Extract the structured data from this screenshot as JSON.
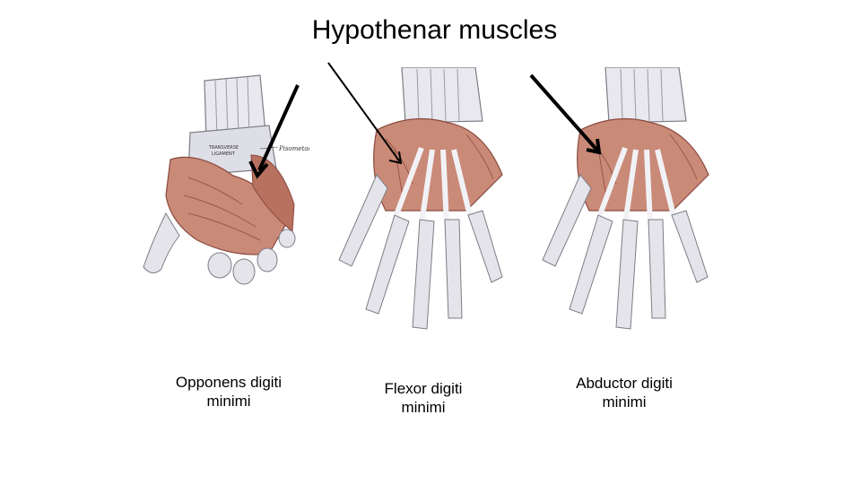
{
  "title": "Hypothenar muscles",
  "panels": [
    {
      "caption": "Opponens digiti minimi",
      "image_labels": {
        "ligament_left": "TRANSVERSE",
        "ligament_left2": "LIGAMENT",
        "ligament_right": "Pisometacarpal lig."
      }
    },
    {
      "caption": "Flexor digiti minimi"
    },
    {
      "caption": "Abductor digiti minimi"
    }
  ],
  "colors": {
    "muscle": "#c98a78",
    "muscle_dark": "#a5594a",
    "tendon": "#e9e9ee",
    "bone": "#dcdce2",
    "outline": "#7d7d86",
    "arrow": "#000000"
  }
}
